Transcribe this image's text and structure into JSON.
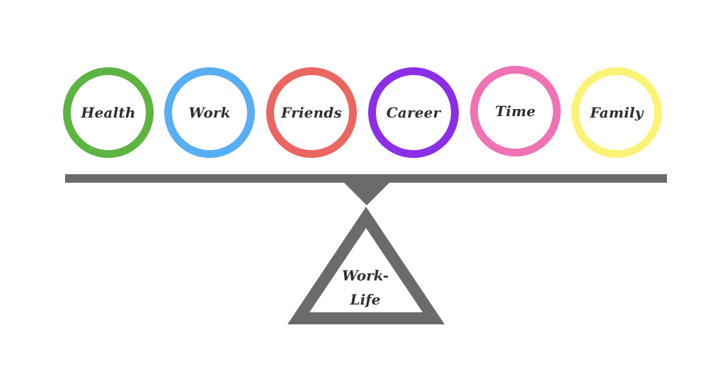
{
  "circles": [
    {
      "label": "Health",
      "color": "#5db443"
    },
    {
      "label": "Work",
      "color": "#58aef2"
    },
    {
      "label": "Friends",
      "color": "#eb6661"
    },
    {
      "label": "Career",
      "color": "#8b2fe6"
    },
    {
      "label": "Time",
      "color": "#ef72b4"
    },
    {
      "label": "Family",
      "color": "#fbf378"
    }
  ],
  "fulcrum": {
    "line1": "Work-",
    "line2": "Life"
  },
  "colors": {
    "beam": "#6b6b6b",
    "text": "#2f2f2f"
  }
}
